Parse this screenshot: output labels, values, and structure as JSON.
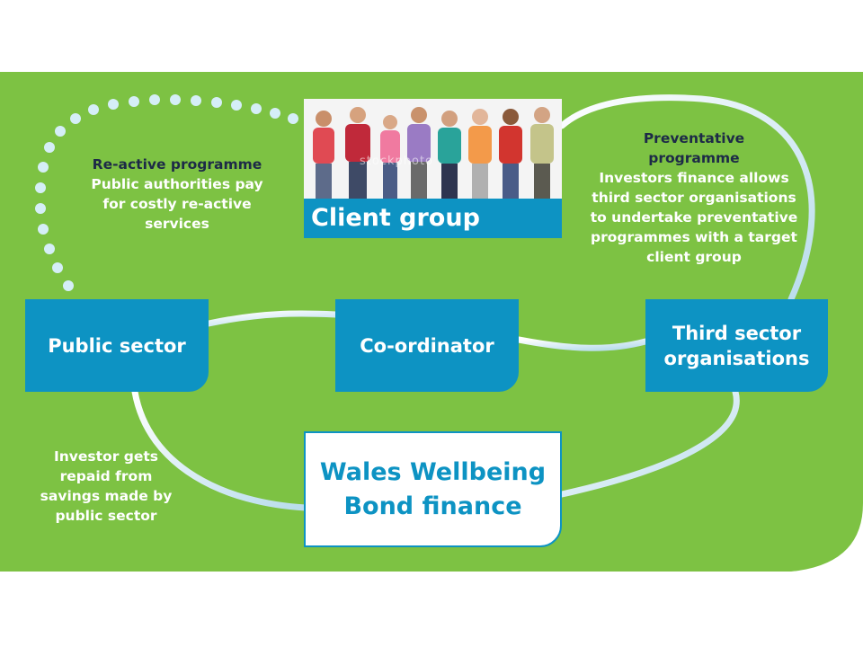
{
  "colors": {
    "background_green": "#7dc243",
    "box_blue": "#0d93c3",
    "title_dark": "#1d2a47",
    "text_white": "#ffffff"
  },
  "nodes": {
    "public_sector": "Public sector",
    "coordinator": "Co-ordinator",
    "third_sector_line1": "Third sector",
    "third_sector_line2": "organisations",
    "bond_line1": "Wales Wellbeing",
    "bond_line2": "Bond finance",
    "client_group": "Client group"
  },
  "notes": {
    "reactive": {
      "title": "Re-active programme",
      "line1": "Public authorities pay",
      "line2": "for costly re-active",
      "line3": "services"
    },
    "preventative": {
      "title1": "Preventative",
      "title2": "programme",
      "line1": "Investors finance allows",
      "line2": "third sector organisations",
      "line3": "to undertake preventative",
      "line4": "programmes with a target",
      "line5": "client group"
    },
    "investor": {
      "line1": "Investor gets",
      "line2": "repaid from",
      "line3": "savings made by",
      "line4": "public sector"
    }
  },
  "photo": {
    "watermark": "stockphoto"
  }
}
